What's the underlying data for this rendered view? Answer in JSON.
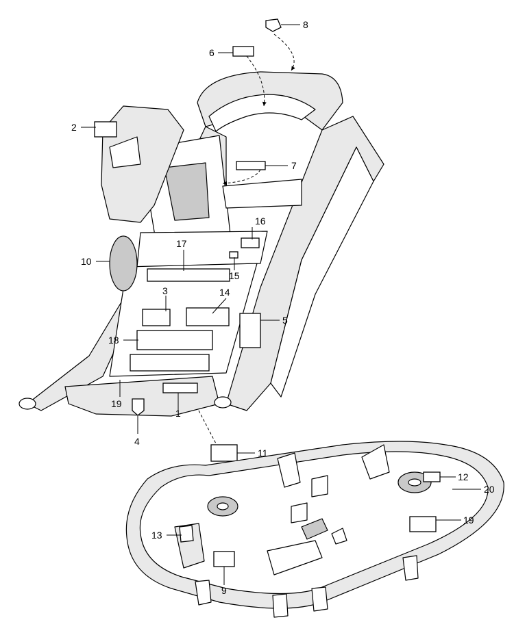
{
  "callouts": [
    "1",
    "2",
    "3",
    "4",
    "5",
    "6",
    "7",
    "8",
    "9",
    "10",
    "11",
    "12",
    "13",
    "14",
    "15",
    "16",
    "17",
    "18",
    "19",
    "19",
    "20"
  ]
}
